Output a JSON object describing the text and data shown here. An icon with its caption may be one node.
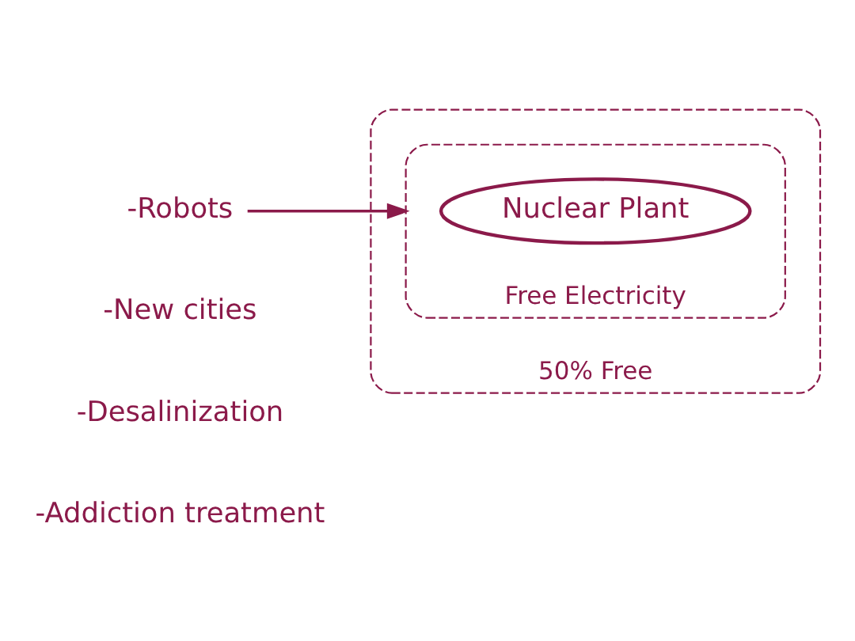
{
  "diagram": {
    "nodes": [
      {
        "text": [
          "50% Free"
        ]
      },
      {
        "text": [
          "Free Electricity"
        ],
        "in": 0
      },
      {
        "text": [
          "Nuclear Plant"
        ],
        "in": 1
      },
      {
        "text": [
          "-Robots"
        ]
      }
    ],
    "edges": [
      {
        "from": 3,
        "to": 1,
        "arrow": "to"
      }
    ],
    "labels": [
      "-New cities",
      "-Desalinization",
      "-Addiction treatment"
    ]
  }
}
